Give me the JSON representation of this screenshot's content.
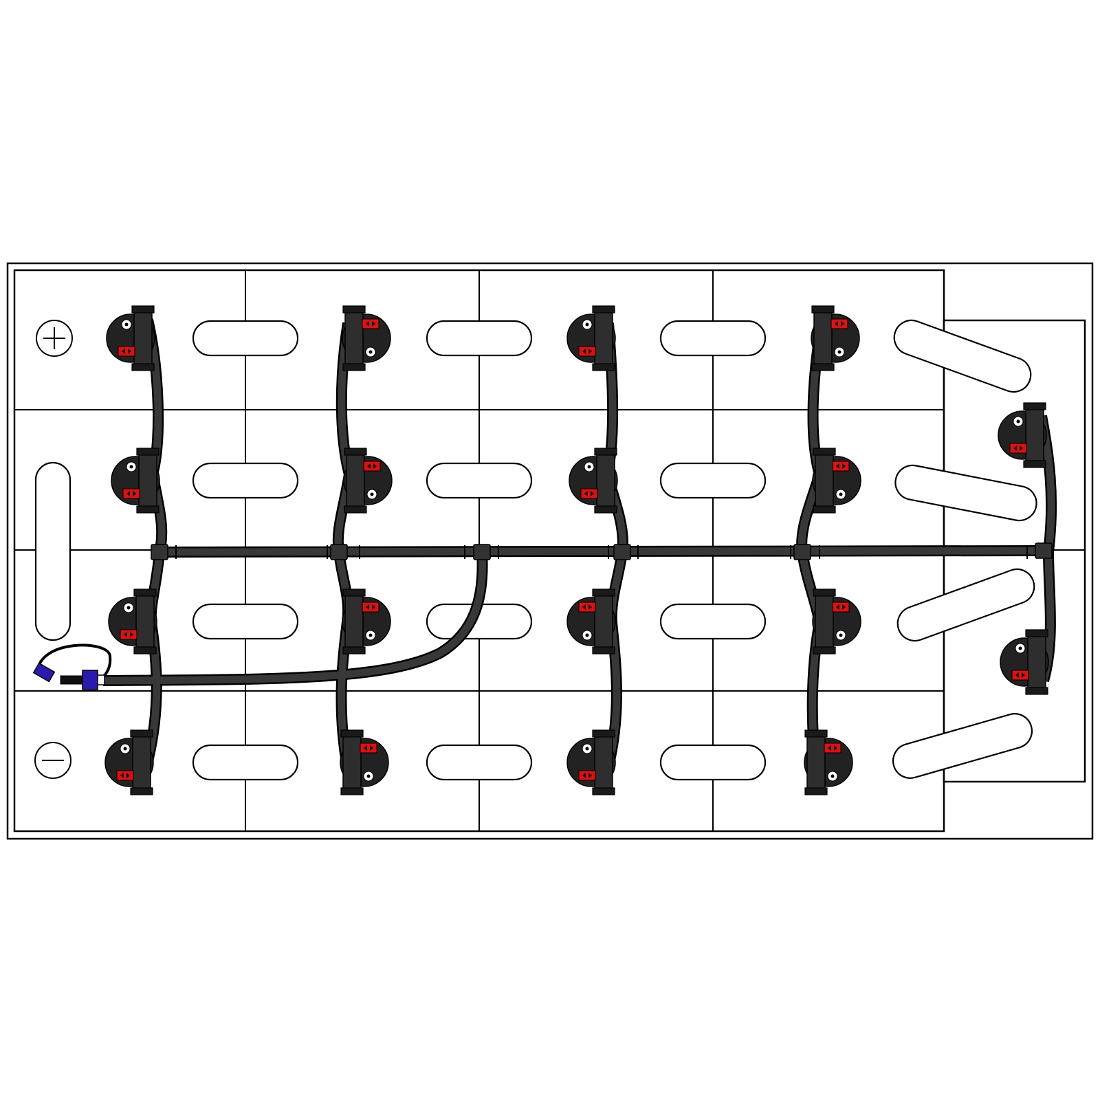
{
  "diagram": {
    "subject": "battery-watering-system-layout",
    "colors": {
      "hose": "#383838",
      "hose_edge": "#000000",
      "plug": "#222222",
      "indicator": "#e01010",
      "connector": "#2a1ab0",
      "outline": "#000000",
      "background": "#ffffff"
    },
    "terminals": {
      "positive": {
        "icon": "plus-terminal-icon"
      },
      "negative": {
        "icon": "minus-terminal-icon"
      }
    },
    "cells": {
      "rows": 4,
      "columns": 4,
      "extra_side_cells": 2,
      "total_valves": 18
    },
    "inlet_connector": {
      "icon": "quick-coupler-icon"
    }
  }
}
